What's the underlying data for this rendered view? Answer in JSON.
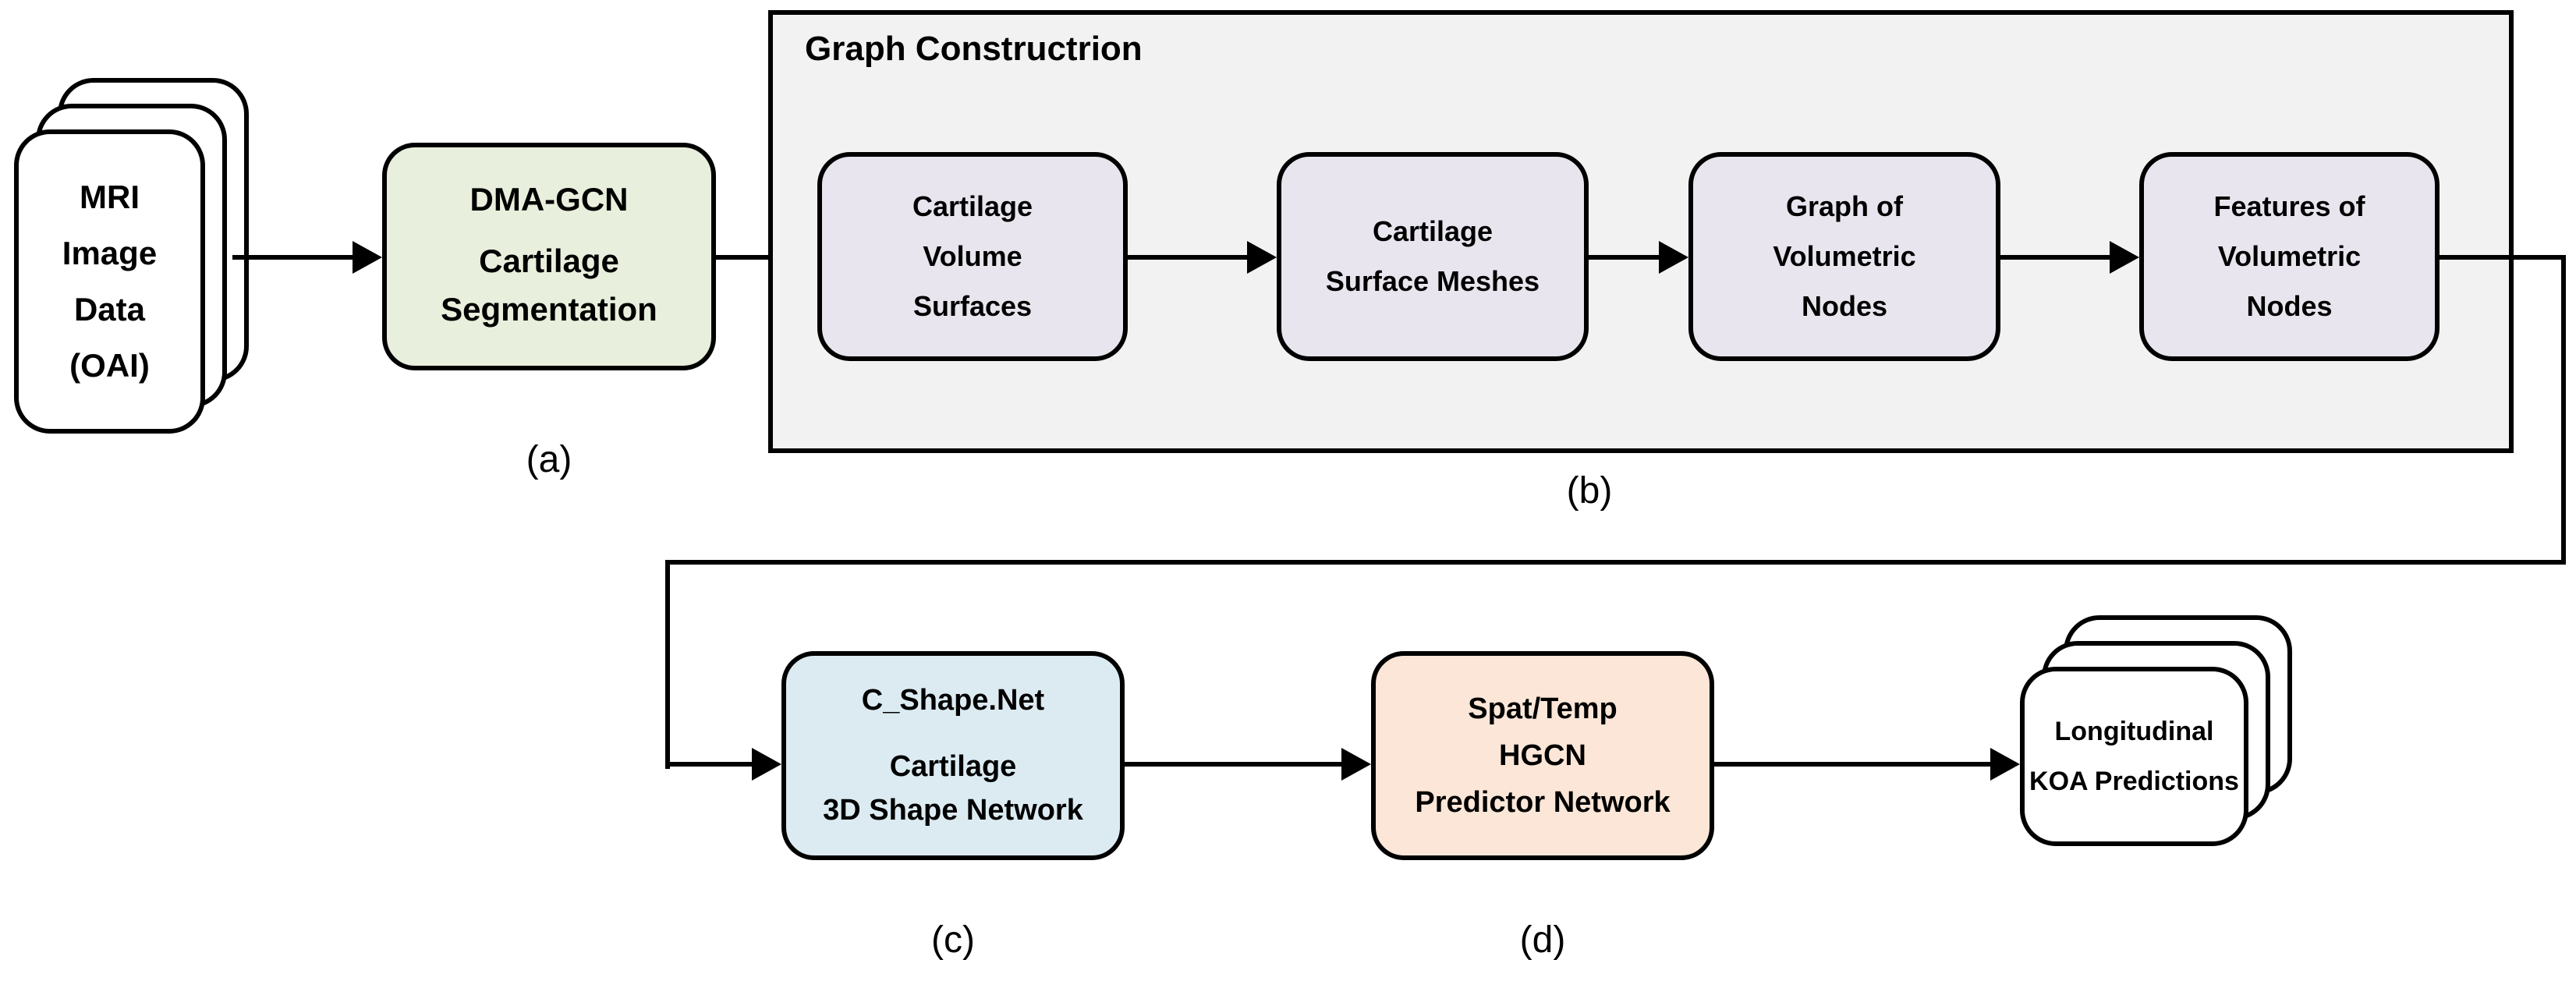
{
  "diagram": {
    "mri_stack": {
      "line1": "MRI",
      "line2": "Image",
      "line3": "Data",
      "line4": "(OAI)"
    },
    "seg_box": {
      "title": "DMA-GCN",
      "line1": "Cartilage",
      "line2": "Segmentation"
    },
    "graph_panel": {
      "title": "Graph Constructrion",
      "box1": {
        "line1": "Cartilage",
        "line2": "Volume",
        "line3": "Surfaces"
      },
      "box2": {
        "line1": "Cartilage",
        "line2": "Surface Meshes"
      },
      "box3": {
        "line1": "Graph of",
        "line2": "Volumetric",
        "line3": "Nodes"
      },
      "box4": {
        "line1": "Features of",
        "line2": "Volumetric",
        "line3": "Nodes"
      }
    },
    "shape_box": {
      "title": "C_Shape.Net",
      "line1": "Cartilage",
      "line2": "3D Shape Network"
    },
    "predictor_box": {
      "line1": "Spat/Temp",
      "line2": "HGCN",
      "line3": "Predictor Network"
    },
    "output_stack": {
      "line1": "Longitudinal",
      "line2": "KOA Predictions"
    },
    "labels": {
      "a": "(a)",
      "b": "(b)",
      "c": "(c)",
      "d": "(d)"
    },
    "colors": {
      "segmentation_green": "#e9efdd",
      "panel_gray": "#f2f2f2",
      "node_lavender": "#e8e5ee",
      "shape_blue": "#dcebf2",
      "predictor_peach": "#fbe6d7",
      "card_white": "#ffffff",
      "line_black": "#000000"
    }
  }
}
